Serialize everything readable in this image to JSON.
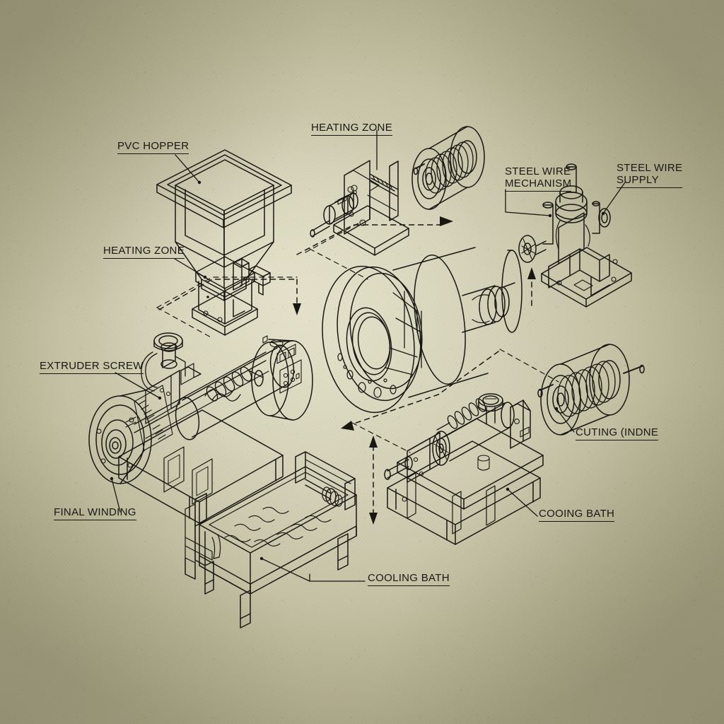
{
  "diagram": {
    "title_visible": false,
    "style": "isometric exploded technical line drawing on aged paper",
    "palette": {
      "paper_light": "#dedbc3",
      "paper_mid": "#c6c3a6",
      "paper_dark": "#a3a081",
      "ink": "#191712",
      "ink_light": "#3a372c"
    }
  },
  "labels": [
    {
      "id": "pvc-hopper",
      "text": "PVC HOPPER",
      "lines": [
        "PVC HOPPER"
      ]
    },
    {
      "id": "heating-zone-top",
      "text": "HEATING ZONE",
      "lines": [
        "HEATING ZONE"
      ]
    },
    {
      "id": "heating-zone-left",
      "text": "HEATING ZONE",
      "lines": [
        "HEATING ZONE"
      ]
    },
    {
      "id": "steel-wire-mechanism",
      "text": "STEEL WIRE MECHANISM",
      "lines": [
        "STEEL WIRE",
        "MECHANISM"
      ]
    },
    {
      "id": "steel-wire-supply",
      "text": "STEEL WIRE SUPPLY",
      "lines": [
        "STEEL WIRE",
        "SUPPLY"
      ]
    },
    {
      "id": "extruder-screw",
      "text": "EXTRUDER SCREW",
      "lines": [
        "EXTRUDER SCREW"
      ]
    },
    {
      "id": "final-winding",
      "text": "FINAL WINDING",
      "lines": [
        "FINAL WINDING"
      ]
    },
    {
      "id": "cutting-spindle",
      "text": "CUTING (INDNE",
      "lines": [
        "CUTING (INDNE"
      ]
    },
    {
      "id": "cooling-bath-right",
      "text": "COOING BATH",
      "lines": [
        "COOING BATH"
      ]
    },
    {
      "id": "cooling-bath-center",
      "text": "COOLING BATH",
      "lines": [
        "COOLING BATH"
      ]
    }
  ],
  "components": [
    {
      "id": "pvc-hopper-unit",
      "name": "PVC hopper with square funnel and heating block base"
    },
    {
      "id": "heating-zone-unit",
      "name": "heating zone machine with motor and frame"
    },
    {
      "id": "wire-spool-top",
      "name": "steel wire spool, top"
    },
    {
      "id": "wire-supply-unit",
      "name": "steel wire supply mechanism on base plate"
    },
    {
      "id": "extruder-die-core",
      "name": "large cylindrical extruder die cross-section"
    },
    {
      "id": "extruder-machine",
      "name": "main extruder with screw, barrel and frame"
    },
    {
      "id": "cooling-trough",
      "name": "cooling bath water trough"
    },
    {
      "id": "cutting-machine",
      "name": "cutting / spindle machine on stand"
    },
    {
      "id": "wire-spool-right",
      "name": "final winding spool"
    }
  ],
  "flow_arrows": [
    {
      "id": "flow-hopper-to-heating",
      "direction": "right-up"
    },
    {
      "id": "flow-heating-to-spool",
      "direction": "right"
    },
    {
      "id": "flow-supply-to-die",
      "direction": "down-left"
    },
    {
      "id": "flow-die-to-cutting",
      "direction": "down-left"
    },
    {
      "id": "flow-vertical-double",
      "direction": "up-down"
    },
    {
      "id": "flow-supply-up",
      "direction": "up"
    }
  ]
}
